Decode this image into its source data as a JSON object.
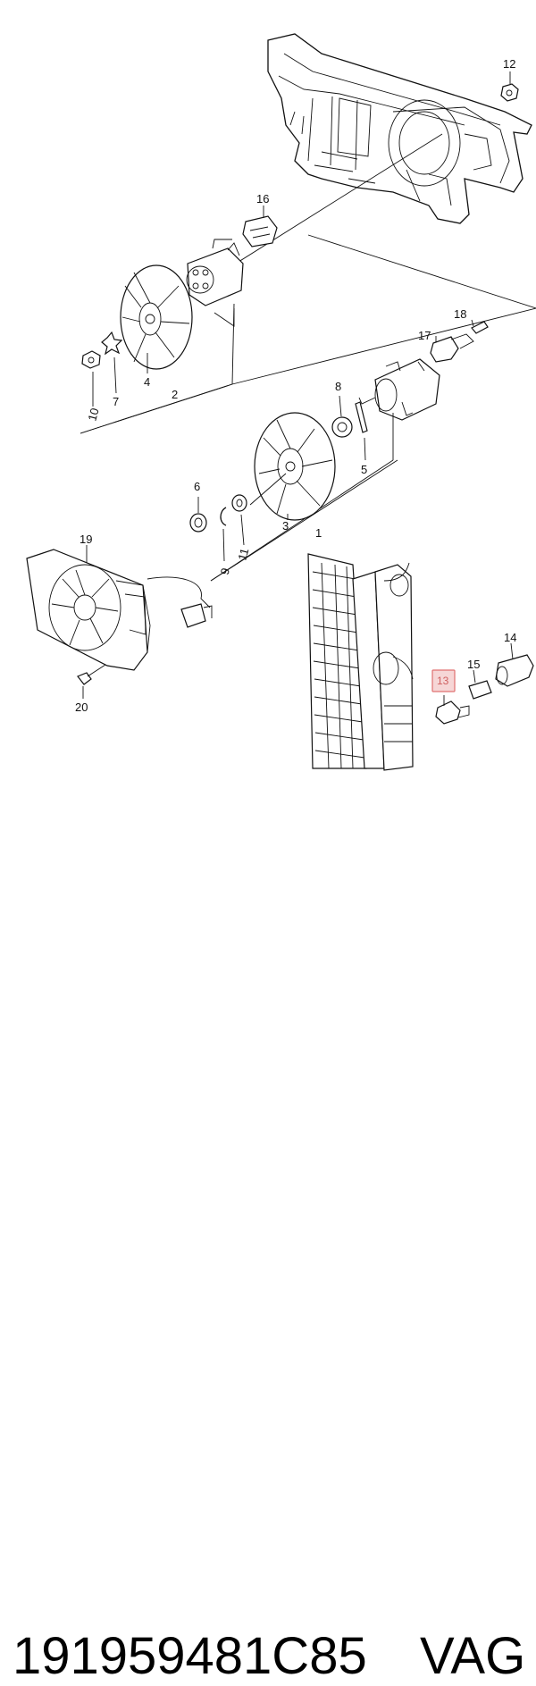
{
  "diagram": {
    "callouts": [
      {
        "id": "c1",
        "label": "1"
      },
      {
        "id": "c2",
        "label": "2"
      },
      {
        "id": "c3",
        "label": "3"
      },
      {
        "id": "c4",
        "label": "4"
      },
      {
        "id": "c5",
        "label": "5"
      },
      {
        "id": "c6",
        "label": "6"
      },
      {
        "id": "c7",
        "label": "7"
      },
      {
        "id": "c8",
        "label": "8"
      },
      {
        "id": "c9",
        "label": "9"
      },
      {
        "id": "c10",
        "label": "10"
      },
      {
        "id": "c11",
        "label": "11"
      },
      {
        "id": "c12",
        "label": "12"
      },
      {
        "id": "c13",
        "label": "13",
        "highlighted": true
      },
      {
        "id": "c14",
        "label": "14"
      },
      {
        "id": "c15",
        "label": "15"
      },
      {
        "id": "c16",
        "label": "16"
      },
      {
        "id": "c17",
        "label": "17"
      },
      {
        "id": "c18",
        "label": "18"
      },
      {
        "id": "c19",
        "label": "19"
      },
      {
        "id": "c20",
        "label": "20"
      }
    ],
    "highlight_color": "#e07070",
    "highlight_fill": "#f6d6d6"
  },
  "footer": {
    "part_number": "191959481C85",
    "brand": "VAG"
  }
}
